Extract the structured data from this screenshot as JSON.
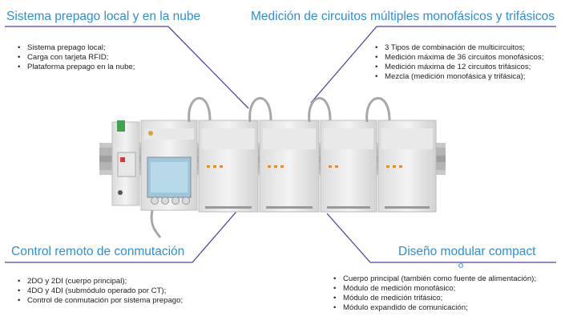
{
  "sections": {
    "prepaid": {
      "title": "Sistema prepago local y en la nube",
      "items": [
        "Sistema prepago local;",
        "Carga con tarjeta RFID;",
        "Plataforma prepago en la nube;"
      ]
    },
    "measurement": {
      "title": "Medición de circuitos múltiples monofásicos y trifásicos",
      "items": [
        "3 Tipos de combinación de multicircuitos;",
        "Medición máxima de 36 circuitos monofásicos;",
        "Medición máxima de 12 circuitos trifásicos;",
        "Mezcla (medición monofásica y trifásica);"
      ]
    },
    "remote": {
      "title": "Control remoto de conmutación",
      "items": [
        "2DO y 2DI (cuerpo principal);",
        "4DO y 4DI (submódulo operado por CT);",
        "Control de conmutación por sistema prepago;"
      ]
    },
    "modular": {
      "title": "Diseño modular compact",
      "items": [
        "Cuerpo principal (también como fuente de alimentación);",
        "Módulo de medición monofásico;",
        "Módulo de medición trifásico;",
        "Módulo expandido de comunicación;"
      ]
    }
  },
  "colors": {
    "accent": "#2e8fd6",
    "connector": "#5b3fa0"
  }
}
